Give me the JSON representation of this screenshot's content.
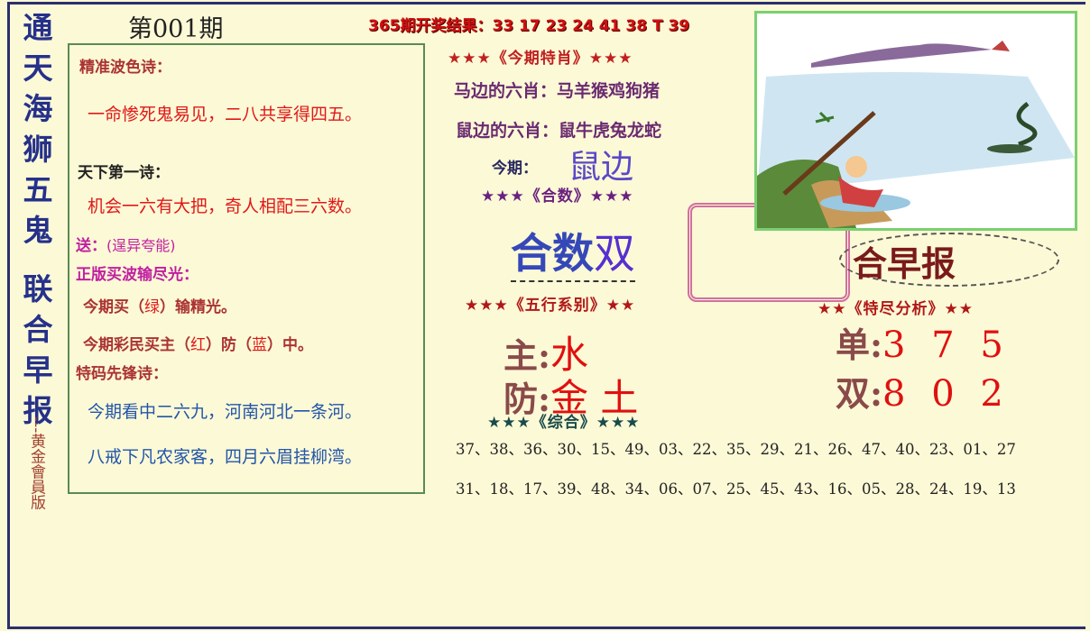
{
  "vertical_title": [
    "通",
    "天",
    "海",
    "狮",
    "五",
    "鬼",
    "联",
    "合",
    "早",
    "报"
  ],
  "vertical_subtitle": "---黄金會員版",
  "issue": "第001期",
  "result": "365期开奖结果：33 17 23 24 41 38 T 39",
  "left_panel": {
    "s1_label": "精准波色诗：",
    "s1_poem": "一命惨死鬼易见，二八共享得四五。",
    "s2_label": "天下第一诗：",
    "s2_poem": "机会一六有大把，奇人相配三六数。",
    "gift_label": "送：",
    "gift_value": "(逞异夸能)",
    "s3_label": "正版买波输尽光：",
    "line1_a": "今期买（",
    "line1_color": "绿",
    "line1_b": "）输精光。",
    "line2_a": "今期彩民买主（",
    "line2_c1": "红",
    "line2_b": "）防（",
    "line2_c2": "蓝",
    "line2_c": "）中。",
    "s4_label": "特码先锋诗：",
    "s4_poem1": "今期看中二六九，河南河北一条河。",
    "s4_poem2": "八戒下凡农家客，四月六眉挂柳湾。"
  },
  "zodiac": {
    "heading": "★★★《今期特肖》★★★",
    "horse_label": "马边的六肖：",
    "horse_value": "马羊猴鸡狗猪",
    "rat_label": "鼠边的六肖：",
    "rat_value": "鼠牛虎兔龙蛇",
    "current_label": "今期：",
    "current_value": "鼠边"
  },
  "heshu": {
    "heading": "★★★《合数》★★★",
    "label": "合数",
    "value": "双"
  },
  "wuxing": {
    "heading": "★★★《五行系别》★★",
    "main_label": "主:",
    "main_value": "水",
    "guard_label": "防:",
    "guard_value": "金 土"
  },
  "brand": "合早报",
  "analysis": {
    "heading": "★★《特尽分析》★★",
    "odd_label": "单:",
    "odd_value": "3 7 5",
    "even_label": "双:",
    "even_value": "8 0 2"
  },
  "zonghe": {
    "heading": "★★★《综合》★★★",
    "row1": "37、38、36、30、15、49、03、22、35、29、21、26、47、40、23、01、27",
    "row2": "31、18、17、39、48、34、06、07、25、45、43、16、05、28、24、19、13"
  },
  "colors": {
    "navy": "#25318a",
    "red": "#e01818",
    "blue": "#2255aa",
    "purple": "#6a2a70"
  }
}
